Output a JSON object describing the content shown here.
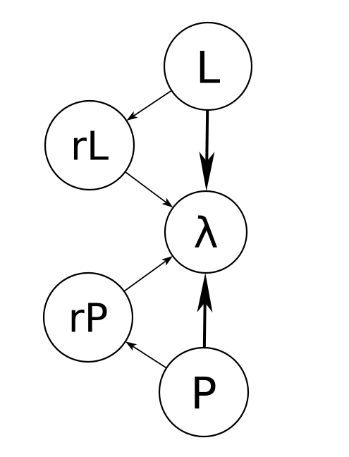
{
  "diagram": {
    "nodes": [
      {
        "id": "L",
        "label": "L"
      },
      {
        "id": "rL",
        "label": "rL"
      },
      {
        "id": "lambda",
        "label": "λ"
      },
      {
        "id": "rP",
        "label": "rP"
      },
      {
        "id": "P",
        "label": "P"
      }
    ],
    "edges": [
      {
        "from": "L",
        "to": "rL",
        "weight": "thin"
      },
      {
        "from": "L",
        "to": "lambda",
        "weight": "thick"
      },
      {
        "from": "rL",
        "to": "lambda",
        "weight": "thin"
      },
      {
        "from": "rP",
        "to": "lambda",
        "weight": "thin"
      },
      {
        "from": "P",
        "to": "rP",
        "weight": "thin"
      },
      {
        "from": "P",
        "to": "lambda",
        "weight": "thick"
      }
    ],
    "colors": {
      "stroke": "#000000",
      "fill": "#ffffff"
    }
  }
}
